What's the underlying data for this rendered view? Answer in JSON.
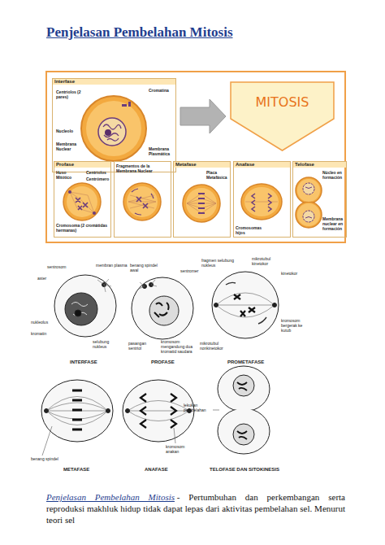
{
  "diagram": {
    "title": "Penjelasan Pembelahan Mitosis",
    "nodes": [
      {
        "text": [
          "Interfase",
          "Centriolos (2 pares)",
          "Cromatina",
          "Nucleolo",
          "Membrana Nuclear",
          "Membrana Plasmática"
        ]
      },
      {
        "text": [
          "MITOSIS"
        ]
      },
      {
        "text": [
          "Profase",
          "Huso Mitótico",
          "Centriolos",
          "Centrómero",
          "Cromosoma (2 cromátidas hermanas)"
        ]
      },
      {
        "text": [
          "Fragmentos de la Membrana Nuclear"
        ]
      },
      {
        "text": [
          "Metafase",
          "Placa Metafásica"
        ]
      },
      {
        "text": [
          "Anafase",
          "Cromosomas hijos"
        ]
      },
      {
        "text": [
          "Telofase",
          "Núcleo en formación",
          "Membrana nuclear en formación"
        ]
      }
    ],
    "edges": [
      {
        "from": 0,
        "to": 1,
        "arrow": "to"
      }
    ],
    "labels": [
      "sentrosom",
      "membran plasma",
      "aster",
      "nukleolus",
      "kromatin",
      "selubung nukleus",
      "INTERFASE",
      "benang spindel awal",
      "sentromer",
      "pasangan sentriol",
      "kromosom mengandung dua kromatid saudara",
      "PROFASE",
      "fragmen selubung nukleus",
      "mikrotubul kinetokor",
      "kinetokor",
      "mikrotubul nonkinetokor",
      "kromosom bergerak ke kutub",
      "PROMETAFASE",
      "benang spindel",
      "METAFASE",
      "kromosom anakan",
      "ANAFASE",
      "lekukan pembelahan",
      "TELOFASE DAN SITOKINESIS",
      "Penjelasan Pembelahan Mitosis",
      "- Pertumbuhan dan perkembangan serta reproduksi makhluk hidup tidak dapat lepas dari aktivitas pembelahan sel. Menurut teori sel"
    ]
  }
}
